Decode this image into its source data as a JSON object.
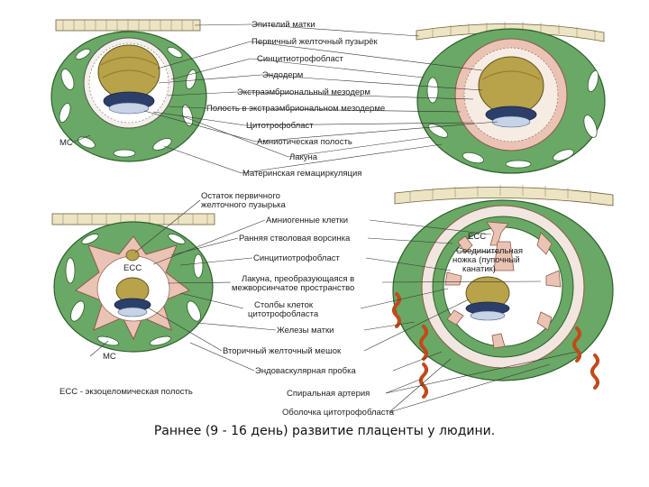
{
  "labels": {
    "epithelium": "Эпителий матки",
    "primary_yolk_sac": "Первичный желточный пузырёк",
    "syncytiotrophoblast_1": "Синцитиотрофобласт",
    "endoderm": "Эндодерм",
    "extraembryonic_mesoderm": "Экстраэмбриональный мезодерм",
    "cavity_extraembryonic_mesoderm": "Полость в экстраэмбриональном мезодерме",
    "cytotrophoblast": "Цитотрофобласт",
    "amniotic_cavity": "Амниотическая полость",
    "lacuna": "Лакуна",
    "maternal_circulation": "Материнская гемациркуляция",
    "ms_1": "МС",
    "remnant_primary_sac_1": "Остаток первичного",
    "remnant_primary_sac_2": "желточного пузырька",
    "amniogenic_cells": "Амниогенные клетки",
    "early_stem_villus": "Ранняя стволовая ворсинка",
    "ecc_tr": "ЕСС",
    "connecting_stalk_1": "Соединительная",
    "connecting_stalk_2": "ножка (пупочный",
    "connecting_stalk_3": "канатик)",
    "syncytiotrophoblast_2": "Синцитиотрофобласт",
    "ecc_bl": "ЕСС",
    "lacuna_intervillous_1": "Лакуна, преобразующаяся в",
    "lacuna_intervillous_2": "межворсинчатое пространство",
    "cytotrophoblast_columns_1": "Столбы клеток",
    "cytotrophoblast_columns_2": "цитотрофобласта",
    "uterine_glands": "Железы матки",
    "secondary_yolk_sac": "Вторичный желточный мешок",
    "ms_2": "МС",
    "endovascular_plug": "Эндоваскулярная пробка",
    "ecc_legend": "ЕСС - экзоцеломическая полость",
    "spiral_artery": "Спиральная артерия",
    "cytotrophoblast_shell": "Оболочка цитотрофобласта"
  },
  "caption": "Раннее (9 - 16 день) развитие плаценты у людини.",
  "colors": {
    "endometrium": "#6aa865",
    "endometrium_dark": "#2f5f2e",
    "trophoblast_pink": "#ebc3b4",
    "yolk": "#b8a24a",
    "amnion_blue": "#2b3f6a",
    "epithelium": "#ede4c4",
    "artery": "#c24a1a"
  }
}
